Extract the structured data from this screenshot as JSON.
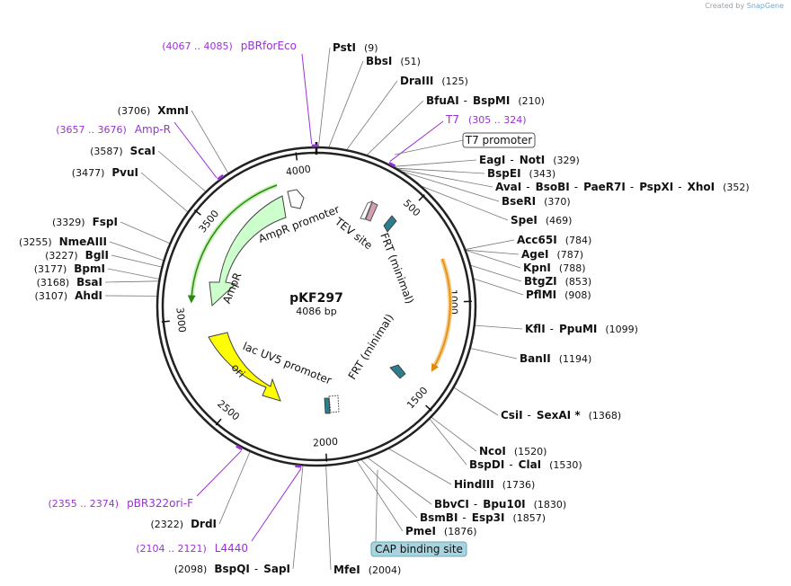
{
  "credit": {
    "prefix": "Created by",
    "brand": "SnapGene"
  },
  "plasmid": {
    "name": "pKF297",
    "length": 4086,
    "length_label": "4086 bp"
  },
  "ticks": [
    "500",
    "1000",
    "1500",
    "2000",
    "2500",
    "3000",
    "3500",
    "4000"
  ],
  "sites": [
    {
      "pos": 9,
      "parts": [
        "PstI"
      ],
      "posText": "(9)"
    },
    {
      "pos": 51,
      "parts": [
        "BbsI"
      ],
      "posText": "(51)"
    },
    {
      "pos": 125,
      "parts": [
        "DraIII"
      ],
      "posText": "(125)"
    },
    {
      "pos": 210,
      "parts": [
        "BfuAI",
        "BspMI"
      ],
      "posText": "(210)"
    },
    {
      "pos": 329,
      "parts": [
        "EagI",
        "NotI"
      ],
      "posText": "(329)"
    },
    {
      "pos": 343,
      "parts": [
        "BspEI"
      ],
      "posText": "(343)"
    },
    {
      "pos": 352,
      "parts": [
        "AvaI",
        "BsoBI",
        "PaeR7I",
        "PspXI",
        "XhoI"
      ],
      "posText": "(352)"
    },
    {
      "pos": 370,
      "parts": [
        "BseRI"
      ],
      "posText": "(370)"
    },
    {
      "pos": 469,
      "parts": [
        "SpeI"
      ],
      "posText": "(469)"
    },
    {
      "pos": 784,
      "parts": [
        "Acc65I"
      ],
      "posText": "(784)"
    },
    {
      "pos": 787,
      "parts": [
        "AgeI"
      ],
      "posText": "(787)"
    },
    {
      "pos": 788,
      "parts": [
        "KpnI"
      ],
      "posText": "(788)"
    },
    {
      "pos": 853,
      "parts": [
        "BtgZI"
      ],
      "posText": "(853)"
    },
    {
      "pos": 908,
      "parts": [
        "PflMI"
      ],
      "posText": "(908)"
    },
    {
      "pos": 1099,
      "parts": [
        "KflI",
        "PpuMI"
      ],
      "posText": "(1099)"
    },
    {
      "pos": 1194,
      "parts": [
        "BanII"
      ],
      "posText": "(1194)"
    },
    {
      "pos": 1368,
      "parts": [
        "CsiI",
        "SexAI *"
      ],
      "posText": "(1368)"
    },
    {
      "pos": 1520,
      "parts": [
        "NcoI"
      ],
      "posText": "(1520)"
    },
    {
      "pos": 1530,
      "parts": [
        "BspDI",
        "ClaI"
      ],
      "posText": "(1530)"
    },
    {
      "pos": 1736,
      "parts": [
        "HindIII"
      ],
      "posText": "(1736)"
    },
    {
      "pos": 1830,
      "parts": [
        "BbvCI",
        "Bpu10I"
      ],
      "posText": "(1830)"
    },
    {
      "pos": 1857,
      "parts": [
        "BsmBI",
        "Esp3I"
      ],
      "posText": "(1857)"
    },
    {
      "pos": 1876,
      "parts": [
        "PmeI"
      ],
      "posText": "(1876)"
    },
    {
      "pos": 2004,
      "parts": [
        "MfeI"
      ],
      "posText": "(2004)"
    },
    {
      "pos": 2098,
      "parts": [
        "BspQI",
        "SapI"
      ],
      "posText": "(2098)"
    },
    {
      "pos": 2322,
      "parts": [
        "DrdI"
      ],
      "posText": "(2322)"
    },
    {
      "pos": 3107,
      "parts": [
        "AhdI"
      ],
      "posText": "(3107)"
    },
    {
      "pos": 3168,
      "parts": [
        "BsaI"
      ],
      "posText": "(3168)"
    },
    {
      "pos": 3177,
      "parts": [
        "BpmI"
      ],
      "posText": "(3177)"
    },
    {
      "pos": 3227,
      "parts": [
        "BglI"
      ],
      "posText": "(3227)"
    },
    {
      "pos": 3255,
      "parts": [
        "NmeAIII"
      ],
      "posText": "(3255)"
    },
    {
      "pos": 3329,
      "parts": [
        "FspI"
      ],
      "posText": "(3329)"
    },
    {
      "pos": 3477,
      "parts": [
        "PvuI"
      ],
      "posText": "(3477)"
    },
    {
      "pos": 3587,
      "parts": [
        "ScaI"
      ],
      "posText": "(3587)"
    },
    {
      "pos": 3706,
      "parts": [
        "XmnI"
      ],
      "posText": "(3706)"
    }
  ],
  "primers": [
    {
      "name": "pBRforEco",
      "range": "(4067 .. 4085)",
      "start": 4067,
      "end": 4085
    },
    {
      "name": "T7",
      "range": "(305 .. 324)",
      "start": 305,
      "end": 324
    },
    {
      "name": "Amp-R",
      "range": "(3657 .. 3676)",
      "start": 3657,
      "end": 3676
    },
    {
      "name": "pBR322ori-F",
      "range": "(2355 .. 2374)",
      "start": 2355,
      "end": 2374
    },
    {
      "name": "L4440",
      "range": "(2104 .. 2121)",
      "start": 2104,
      "end": 2121
    }
  ],
  "boxed_features": [
    {
      "name": "T7 promoter",
      "style": "white"
    },
    {
      "name": "CAP binding site",
      "style": "blue"
    }
  ],
  "features": [
    {
      "name": "AmpR promoter",
      "color": "#ffffff"
    },
    {
      "name": "AmpR",
      "color": "#ccffcc"
    },
    {
      "name": "ori",
      "color": "#ffff00"
    },
    {
      "name": "lac UV5 promoter",
      "color": "#ffffff"
    },
    {
      "name": "TEV site",
      "color": "#d4a0b0"
    },
    {
      "name": "FRT (minimal)",
      "color": "#2e7d8f"
    },
    {
      "name": "FRT (minimal)",
      "color": "#2e7d8f"
    }
  ],
  "colors": {
    "primer": "#9b30d9",
    "orf_orange": "#f0a020",
    "orf_green": "#2a8a10"
  }
}
